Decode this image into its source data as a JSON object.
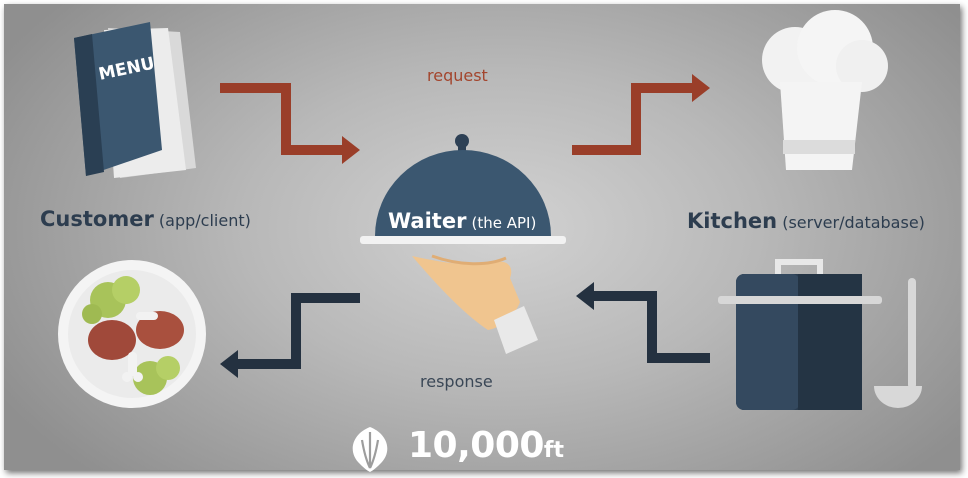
{
  "customer": {
    "role": "Customer",
    "note": "(app/client)"
  },
  "waiter": {
    "role": "Waiter",
    "note": "(the API)"
  },
  "kitchen": {
    "role": "Kitchen",
    "note": "(server/database)"
  },
  "menu_text": "MENU",
  "flows": {
    "request": "request",
    "response": "response"
  },
  "brand": {
    "number": "10,000",
    "unit": "ft"
  },
  "colors": {
    "request_arrow": "#9a3e29",
    "response_arrow": "#243140",
    "navy": "#3b5770",
    "label_text": "#2d3d4f"
  },
  "icons": [
    "menu-icon",
    "chef-hat-icon",
    "cloche-icon",
    "serving-hand-icon",
    "cooking-pot-icon",
    "ladle-icon",
    "food-plate-icon",
    "brand-logo-icon"
  ]
}
